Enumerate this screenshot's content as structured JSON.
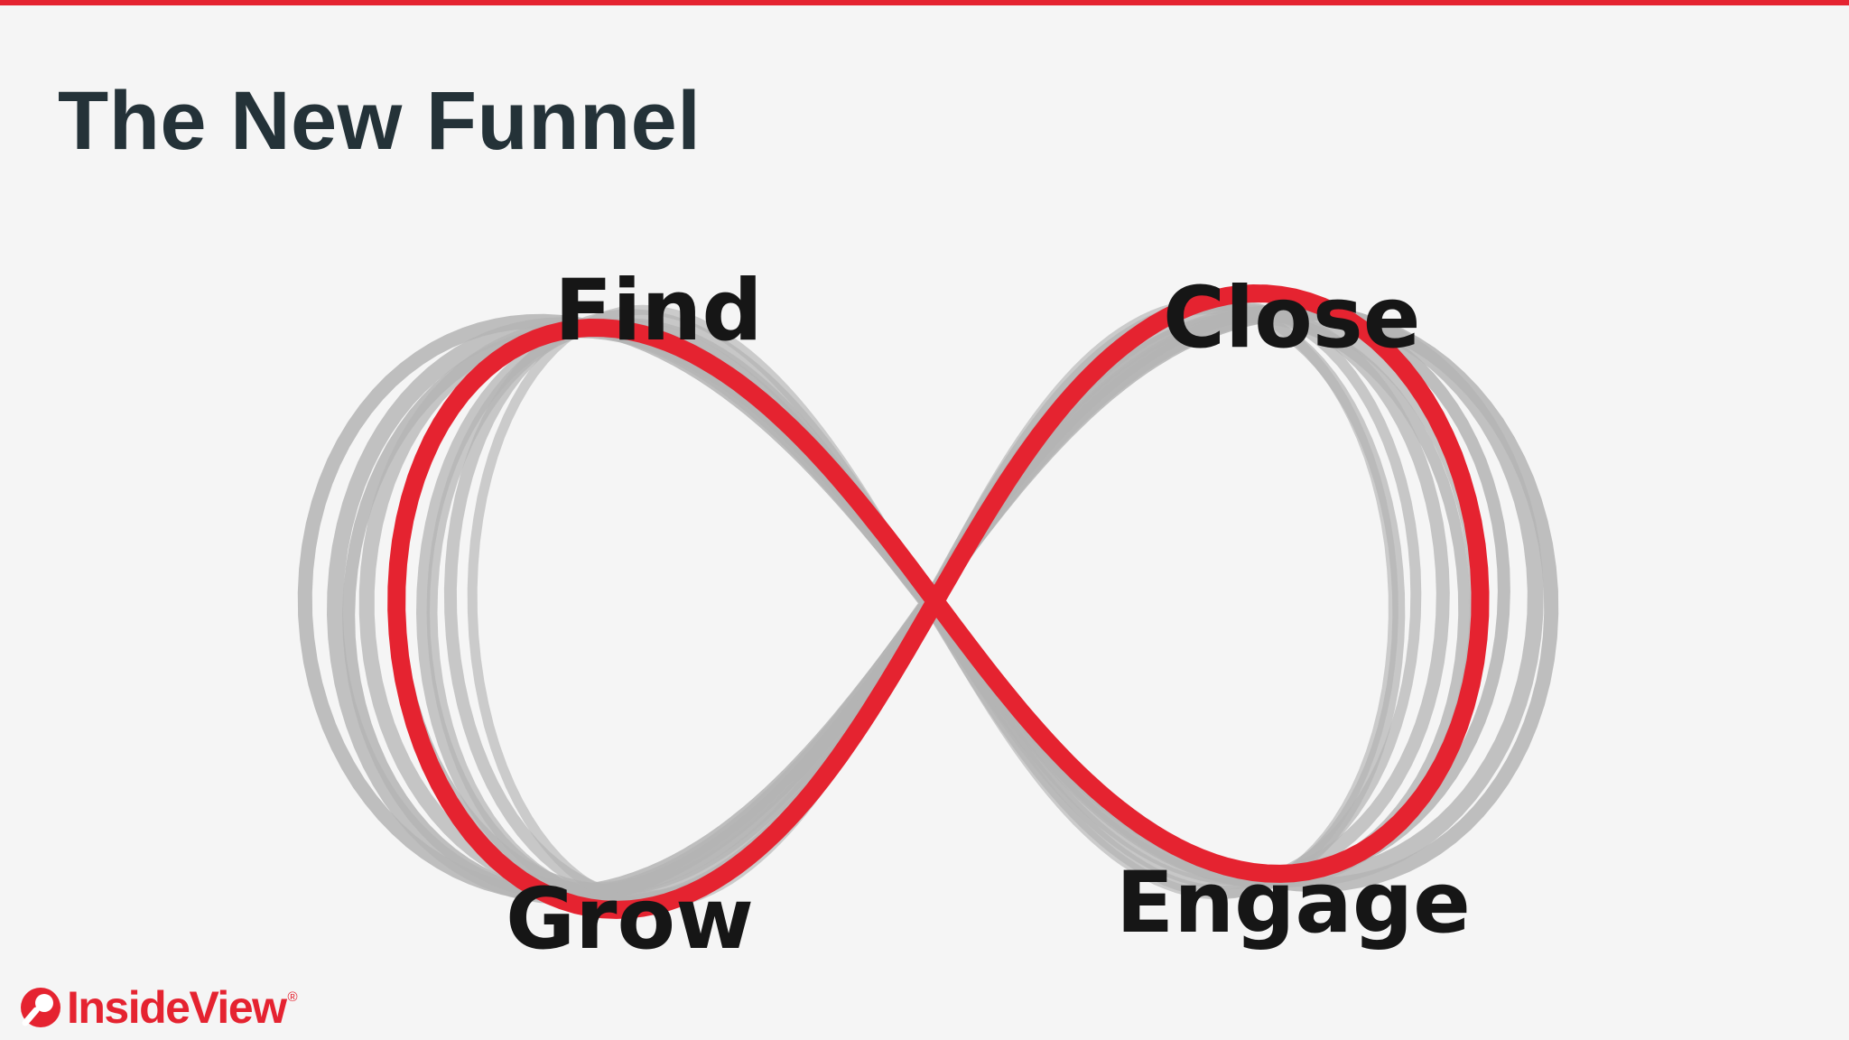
{
  "slide": {
    "title": "The New Funnel"
  },
  "diagram": {
    "stages": {
      "find": "Find",
      "close": "Close",
      "grow": "Grow",
      "engage": "Engage"
    },
    "colors": {
      "loop_gray": "#b4b4b4",
      "loop_red": "#e52330",
      "label_text": "#161616"
    }
  },
  "brand": {
    "name": "InsideView",
    "registered_mark": "®",
    "color": "#e52330"
  },
  "theme": {
    "accent": "#e52330",
    "title_color": "#243238",
    "background": "#f5f5f5"
  }
}
